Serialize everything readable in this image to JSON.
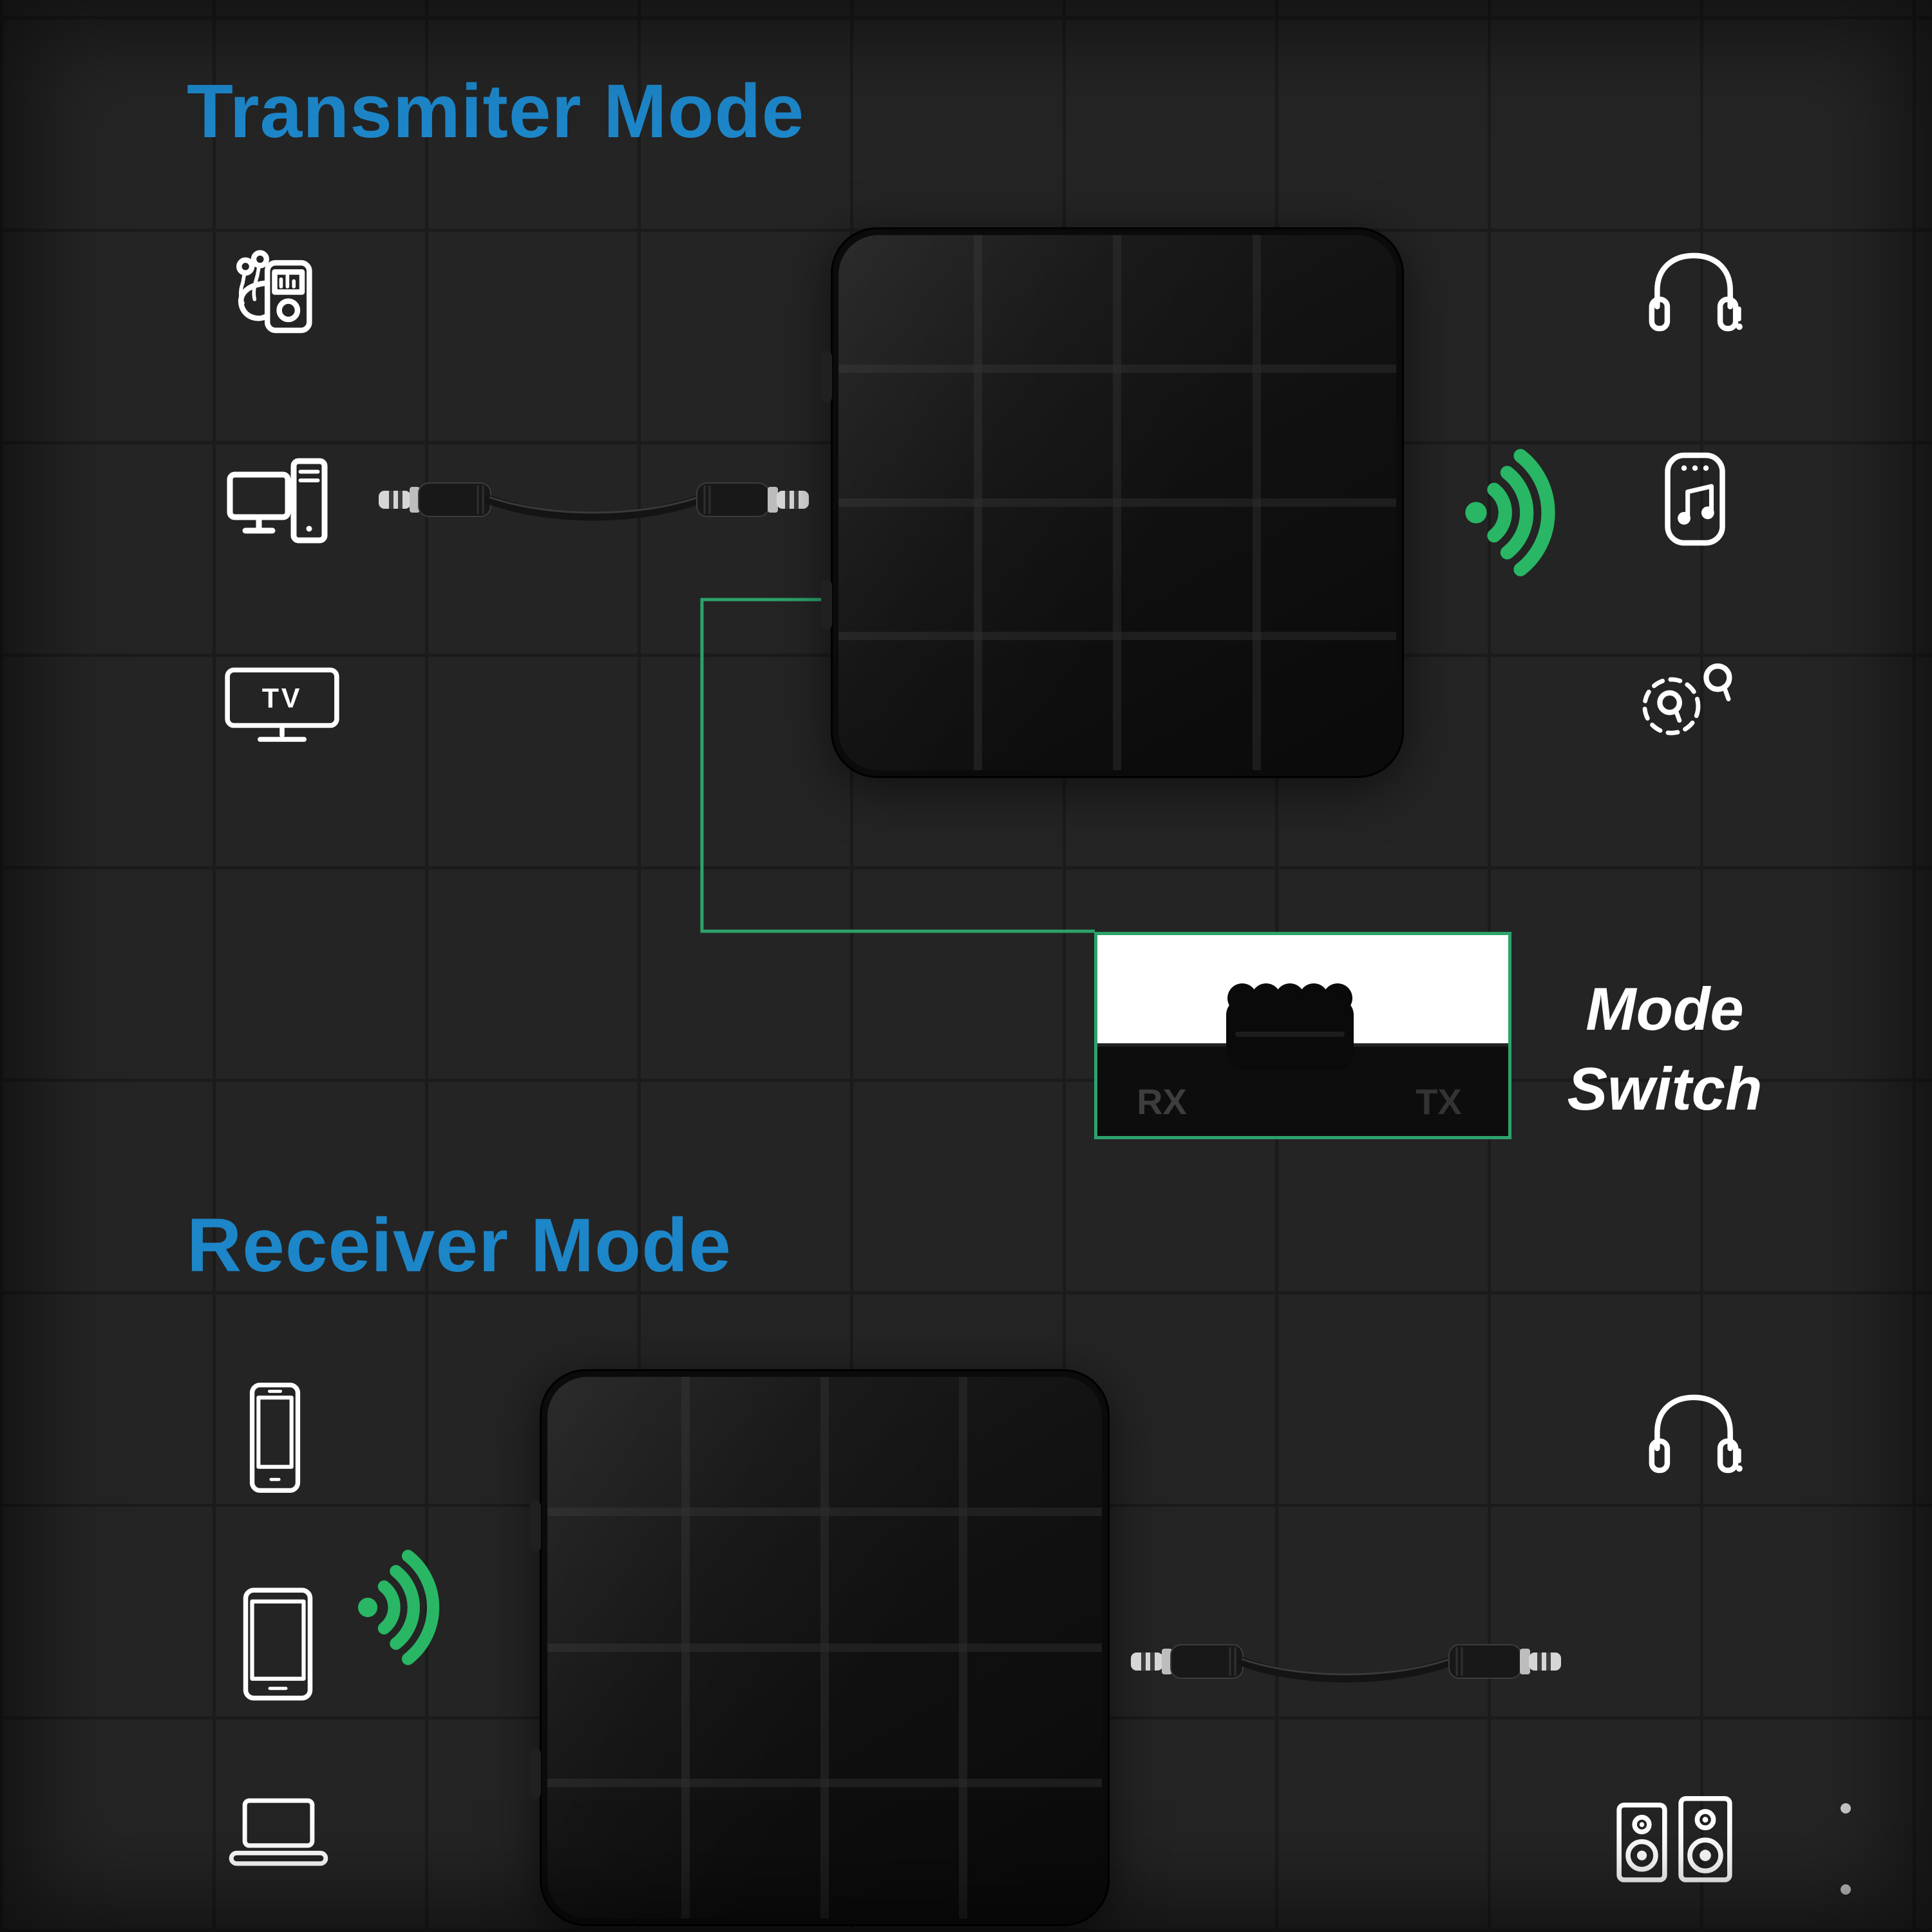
{
  "colors": {
    "background": "#242424",
    "grid_line": "#1b1b1b",
    "heading_blue": "#1d86c8",
    "signal_green": "#29b765",
    "connector_green": "#2da26b",
    "icon_white": "#ffffff",
    "device_black": "#0b0b0b",
    "inset_background": "#ffffff"
  },
  "transmitter": {
    "title": "Transmiter Mode",
    "source_icons": [
      "mp3-player-icon",
      "desktop-pc-icon",
      "tv-icon"
    ],
    "tv_label": "TV",
    "sink_icons": [
      "headphones-icon",
      "smart-speaker-icon",
      "earbuds-icon"
    ],
    "cable_icon": "aux-cable",
    "signal_icon": "wireless-signal-icon"
  },
  "mode_switch": {
    "label_line1": "Mode",
    "label_line2": "Switch",
    "rx_label": "RX",
    "tx_label": "TX"
  },
  "receiver": {
    "title": "Receiver Mode",
    "source_icons": [
      "smartphone-icon",
      "tablet-icon",
      "laptop-icon"
    ],
    "sink_icons": [
      "headphones-icon",
      "stereo-speakers-icon"
    ],
    "cable_icon": "aux-cable",
    "signal_icon": "wireless-signal-icon"
  }
}
